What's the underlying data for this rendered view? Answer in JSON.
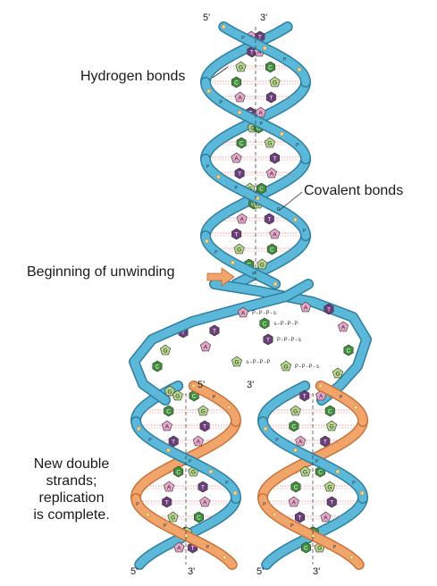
{
  "labels": {
    "hydrogen_bonds": "Hydrogen bonds",
    "covalent_bonds": "Covalent bonds",
    "unwinding": "Beginning of unwinding",
    "new_strands_1": "New double",
    "new_strands_2": "strands;",
    "new_strands_3": "replication",
    "new_strands_4": "is complete."
  },
  "strand_ends": {
    "top_5": "5'",
    "top_3": "3'",
    "fork_5": "5'",
    "fork_3": "3'",
    "bottom_left_5": "5'",
    "bottom_left_3": "3'",
    "bottom_right_5": "5'",
    "bottom_right_3": "3'"
  },
  "bases": [
    "A",
    "T",
    "G",
    "C"
  ],
  "colors": {
    "parent_strand": "#5bb8d8",
    "parent_strand_edge": "#2f7ea0",
    "new_strand": "#f2a56a",
    "new_strand_edge": "#c7733b",
    "adenine": "#e7a6c9",
    "thymine": "#6b3d7a",
    "guanine": "#b7d98a",
    "cytosine": "#3f8f3a",
    "hydrogen_bond": "#e07a7a",
    "arrow": "#f2a56a"
  }
}
